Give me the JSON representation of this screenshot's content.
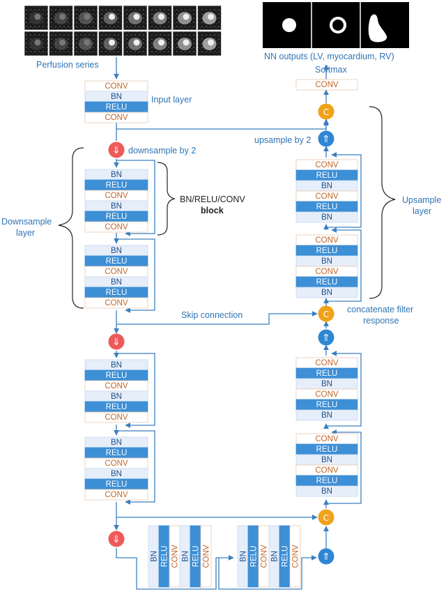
{
  "labels": {
    "perfusion_series": "Perfusion series",
    "nn_outputs": "NN outputs (LV, myocardium, RV)",
    "softmax": "Softmax",
    "input_layer": "Input layer",
    "downsample_by_2": "downsample by 2",
    "upsample_by_2": "upsample by 2",
    "block_line1": "BN/RELU/CONV",
    "block_line2": "block",
    "downsample_layer_1": "Downsample",
    "downsample_layer_2": "layer",
    "upsample_layer_1": "Upsample",
    "upsample_layer_2": "layer",
    "skip_connection": "Skip connection",
    "concat_1": "concatenate filter",
    "concat_2": "response"
  },
  "cells": {
    "conv": "CONV",
    "bn": "BN",
    "relu": "RELU"
  },
  "ops": {
    "concat": "C",
    "down_arrow": "⇓",
    "up_arrow": "⇑"
  },
  "colors": {
    "blue_line": "#3a7fc1",
    "conv_text": "#c0662a",
    "bn_fill": "#e6eefa",
    "relu_fill": "#3d8fd6",
    "down_circle": "#ee5a5a",
    "up_circle": "#2f86d3",
    "concat_circle": "#f0a21a"
  }
}
